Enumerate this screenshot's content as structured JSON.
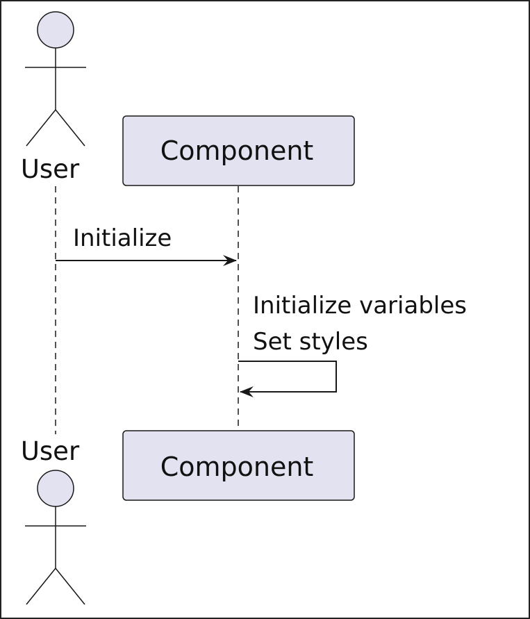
{
  "diagram": {
    "participants": {
      "user": {
        "label": "User"
      },
      "component": {
        "label": "Component"
      }
    },
    "messages": [
      {
        "from": "user",
        "to": "component",
        "label": "Initialize"
      },
      {
        "from": "component",
        "to": "component",
        "lines": [
          "Initialize variables",
          "Set styles"
        ]
      }
    ]
  },
  "colors": {
    "participant_fill": "#e2e2f0",
    "participant_stroke": "#181818",
    "line": "#181818"
  }
}
